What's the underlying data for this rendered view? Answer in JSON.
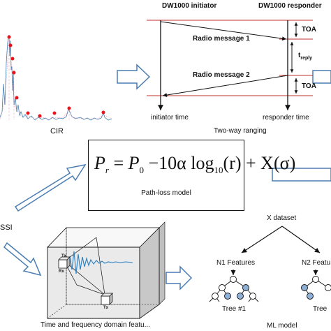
{
  "cir": {
    "label": "CIR"
  },
  "twr": {
    "initiator_label": "DW1000 initiator",
    "responder_label": "DW1000 responder",
    "message1": "Radio message 1",
    "message2": "Radio message 2",
    "toa_top": "TOA",
    "toa_bottom": "TOA",
    "treply_main": "t",
    "treply_sub": "reply",
    "initiator_time": "initiator time",
    "responder_time": "responder time",
    "caption": "Two-way ranging"
  },
  "pathloss": {
    "lhs": "P",
    "lhs_sub": "r",
    "eq": "=",
    "p0": "P",
    "p0_sub": "0",
    "term": "−10α log",
    "log_sub": "10",
    "arg": "(r) + X(σ)",
    "caption": "Path-loss model"
  },
  "rssi": {
    "label": "SSI"
  },
  "features": {
    "tx_top": "Tx",
    "rx": "Rx",
    "tx_bottom": "Tx",
    "caption": "Time and frequency domain featu..."
  },
  "ml": {
    "dataset_label": "X dataset",
    "n1_label": "N1 Features",
    "n2_label": "N2 Featu",
    "tree1_label": "Tree #1",
    "tree2_label": "Tree",
    "caption": "ML model"
  },
  "colors": {
    "arrow_fill": "#ffffff",
    "arrow_stroke": "#4a7db3",
    "peak_red": "#e8141c",
    "cir_blue": "#3c7fb4",
    "toa_red": "#c0302c",
    "node_blue": "#8fb0d6",
    "wave_blue": "#2a7fc0",
    "box_gray": "#d9d9d9"
  }
}
